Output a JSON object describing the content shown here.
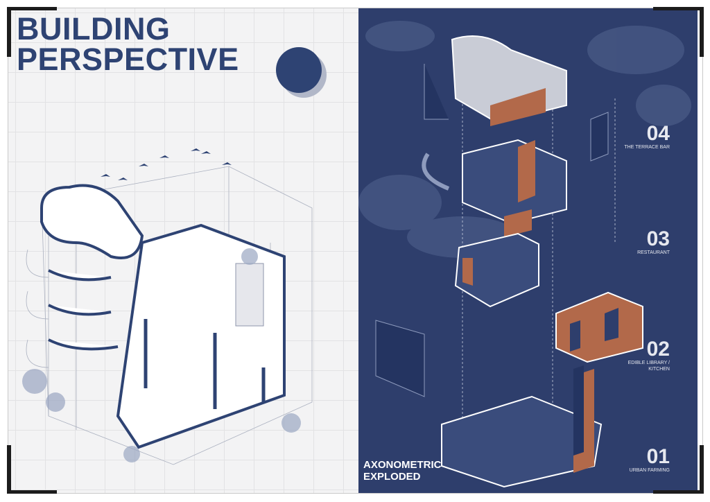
{
  "left_panel": {
    "title_line1": "BUILDING",
    "title_line2": "PERSPECTIVE"
  },
  "right_panel": {
    "caption_line1": "AXONOMETRIC",
    "caption_line2": "EXPLODED",
    "levels": [
      {
        "number": "04",
        "label": "THE TERRACE BAR"
      },
      {
        "number": "03",
        "label": "RESTAURANT"
      },
      {
        "number": "02",
        "label": "EDIBLE LIBRARY / KITCHEN"
      },
      {
        "number": "01",
        "label": "URBAN FARMING"
      }
    ]
  },
  "colors": {
    "navy": "#2e3e6c",
    "title": "#2e4373",
    "brick": "#b2694a",
    "paper": "#f3f3f4"
  }
}
